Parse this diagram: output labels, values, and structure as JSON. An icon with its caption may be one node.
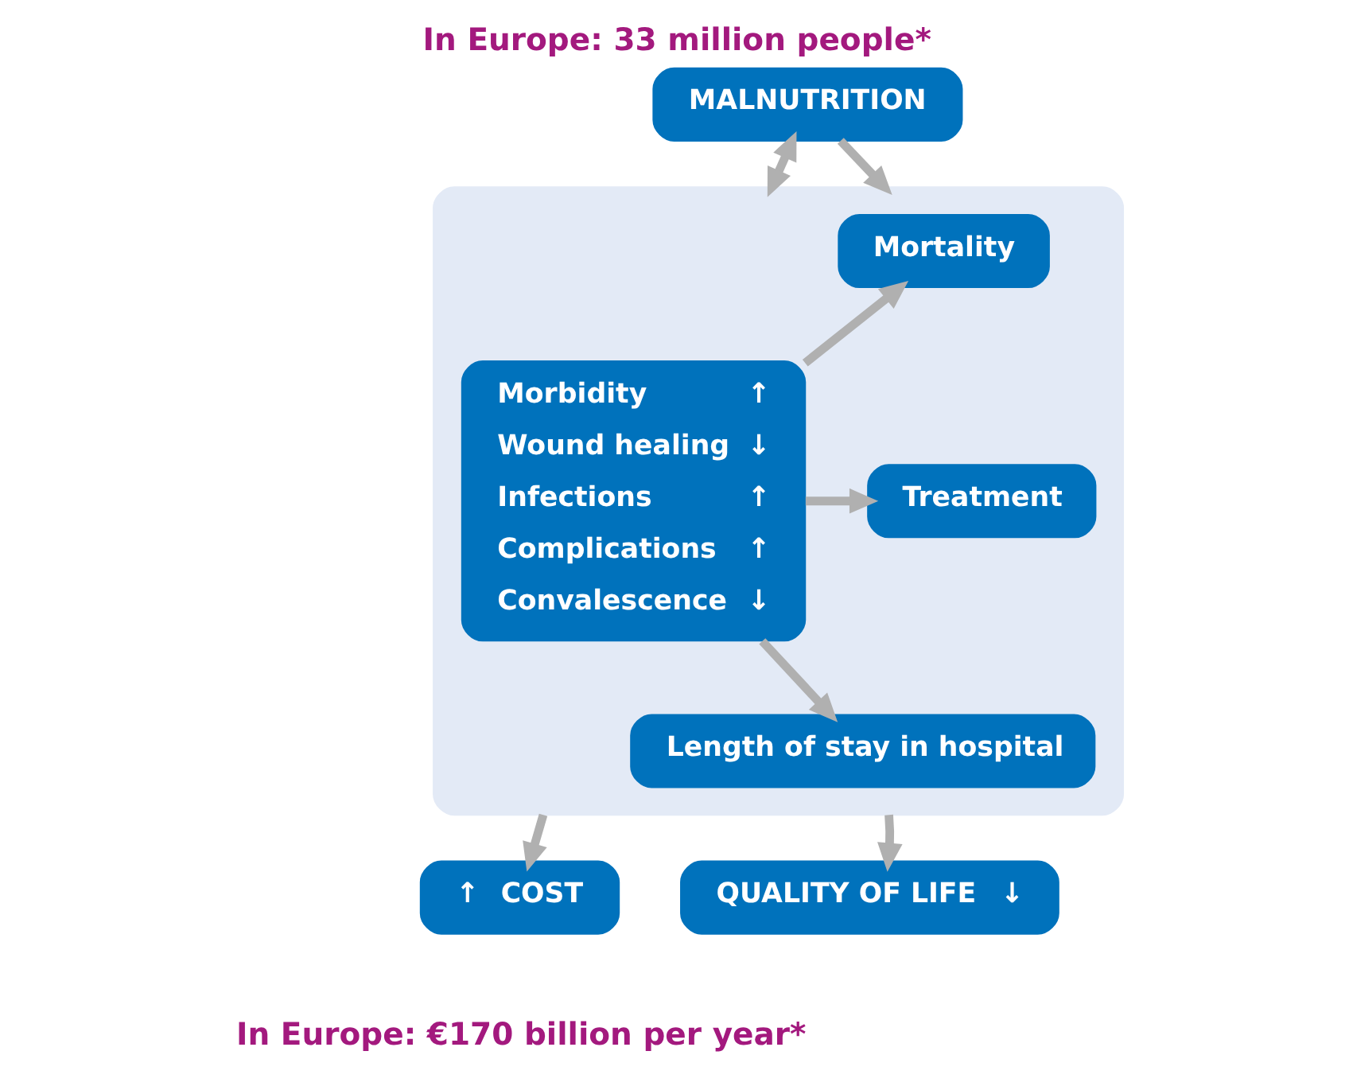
{
  "diagram": {
    "title": "In Europe: 33 million people*",
    "caption": "In Europe: €170 billion per year*",
    "nodes": [
      {
        "text": [
          "MALNUTRITION"
        ]
      },
      {
        "text": [],
        "shape": "box"
      },
      {
        "text": [
          "Morbidity",
          "↑",
          "Wound healing",
          "↓",
          "Infections",
          "↑",
          "Complications",
          "↑",
          "Convalescence",
          "↓"
        ],
        "in": 1
      },
      {
        "text": [
          "Mortality"
        ],
        "in": 1
      },
      {
        "text": [
          "Treatment"
        ],
        "in": 1
      },
      {
        "text": [
          "Length of stay in hospital"
        ],
        "in": 1
      },
      {
        "text": [
          "↑",
          "COST"
        ]
      },
      {
        "text": [
          "QUALITY OF LIFE",
          "↓"
        ]
      }
    ],
    "edges": [
      {
        "from": 0,
        "to": 1,
        "arrow": "both"
      },
      {
        "from": 0,
        "to": 1,
        "arrow": "to"
      },
      {
        "from": 2,
        "to": 3,
        "arrow": "to"
      },
      {
        "from": 2,
        "to": 4,
        "arrow": "to"
      },
      {
        "from": 2,
        "to": 5,
        "arrow": "to"
      },
      {
        "from": 1,
        "to": 6,
        "arrow": "to"
      },
      {
        "from": 1,
        "to": 7,
        "arrow": "to"
      }
    ]
  }
}
